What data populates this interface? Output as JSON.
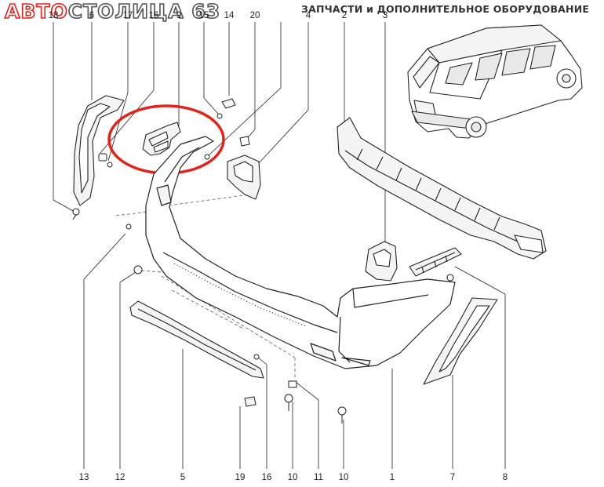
{
  "brand": {
    "name_red": "АВТО",
    "name_gray": "СТОЛИЦА 63",
    "subtitle": "ЗАПЧАСТИ и ДОПОЛНИТЕЛЬНОЕ ОБОРУДОВАНИЕ",
    "accent_color": "#e2231a",
    "text_color": "#333333"
  },
  "diagram": {
    "highlight_color": "#e2231a",
    "line_color": "#222222",
    "part_fill": "#f4f4f4",
    "top_callouts": [
      "18",
      "6",
      "17",
      "16",
      "9",
      "15",
      "14",
      "20",
      "4",
      "2",
      "3"
    ],
    "bottom_callouts": [
      "13",
      "12",
      "5",
      "19",
      "16",
      "10",
      "11",
      "10",
      "1",
      "7",
      "8"
    ],
    "highlighted_callout": "9"
  }
}
